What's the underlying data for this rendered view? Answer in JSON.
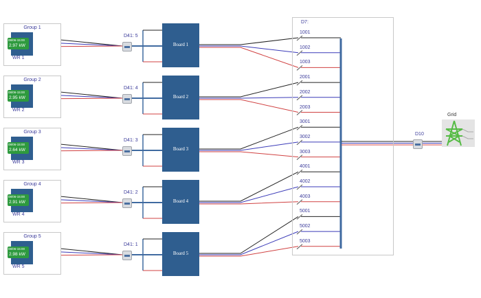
{
  "groups": [
    {
      "title": "Group 1",
      "time": "08/06-15:00",
      "power": "2.97 kW",
      "inverter": "WR 1",
      "meter": "D41: 5",
      "board": "Board 1"
    },
    {
      "title": "Group 2",
      "time": "08/06-15:00",
      "power": "2.95 kW",
      "inverter": "WR 2",
      "meter": "D41: 4",
      "board": "Board 2"
    },
    {
      "title": "Group 3",
      "time": "08/06-15:00",
      "power": "2.64 kW",
      "inverter": "WR 3",
      "meter": "D41: 3",
      "board": "Board 3"
    },
    {
      "title": "Group 4",
      "time": "08/06-15:00",
      "power": "2.91 kW",
      "inverter": "WR 4",
      "meter": "D41: 2",
      "board": "Board 4"
    },
    {
      "title": "Group 5",
      "time": "08/06-15:00",
      "power": "2.98 kW",
      "inverter": "WR 5",
      "meter": "D41: 1",
      "board": "Board 5"
    }
  ],
  "distribution": {
    "label": "D7:",
    "circuits": [
      "1001",
      "1002",
      "1003",
      "2001",
      "2002",
      "2003",
      "3001",
      "3002",
      "3003",
      "4001",
      "4002",
      "4003",
      "5001",
      "5002",
      "5003"
    ]
  },
  "main_meter": {
    "label": "D10"
  },
  "grid": {
    "label": "Grid"
  },
  "colors": {
    "phase_l1": "#222222",
    "phase_l2": "#3a3ab8",
    "phase_l3": "#d04040",
    "device": "#2f5e8f",
    "display": "#2e9a3e",
    "busbar": "#3f6aa0",
    "pylon": "#55bb44"
  }
}
